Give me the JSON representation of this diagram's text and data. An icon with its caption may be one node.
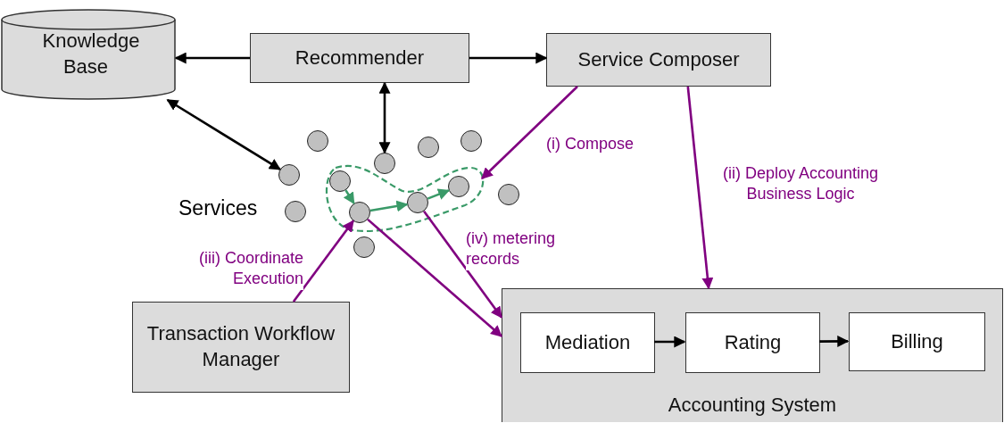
{
  "diagram": {
    "nodes": [
      {
        "text": [
          "Knowledge Base"
        ]
      },
      {
        "text": [
          "Recommender"
        ]
      },
      {
        "text": [
          "Service Composer"
        ]
      },
      {
        "text": [],
        "shape": "cloud"
      },
      {
        "text": [],
        "shape": "circle"
      },
      {
        "text": [],
        "shape": "circle"
      },
      {
        "text": [],
        "shape": "circle"
      },
      {
        "text": [],
        "shape": "circle"
      },
      {
        "text": [],
        "shape": "circle"
      },
      {
        "text": [],
        "shape": "circle",
        "in": 3
      },
      {
        "text": [],
        "shape": "circle",
        "in": 3
      },
      {
        "text": [],
        "shape": "circle"
      },
      {
        "text": [],
        "shape": "circle",
        "in": 3
      },
      {
        "text": [],
        "shape": "circle"
      },
      {
        "text": [],
        "shape": "circle",
        "in": 3
      },
      {
        "text": [],
        "shape": "circle"
      },
      {
        "text": [
          "Transaction Workflow Manager"
        ]
      },
      {
        "text": [
          "Accounting System"
        ]
      },
      {
        "text": [
          "Mediation"
        ],
        "in": 17
      },
      {
        "text": [
          "Rating"
        ],
        "in": 17
      },
      {
        "text": [
          "Billing"
        ],
        "in": 17
      }
    ],
    "edges": [
      {
        "from": 1,
        "to": 0,
        "arrow": "to"
      },
      {
        "from": 1,
        "to": 2,
        "arrow": "to"
      },
      {
        "from": 0,
        "to": 8,
        "arrow": "both"
      },
      {
        "from": 1,
        "to": 7,
        "arrow": "both"
      },
      {
        "from": 2,
        "to": 3,
        "arrow": "to",
        "label": "(i) Compose",
        "color": "#800080"
      },
      {
        "from": 2,
        "to": 17,
        "arrow": "to",
        "label": "(ii) Deploy Accounting Business Logic",
        "color": "#800080"
      },
      {
        "from": 16,
        "to": 14,
        "arrow": "to",
        "label": "(iii) Coordinate Execution",
        "color": "#800080"
      },
      {
        "from": 14,
        "to": 17,
        "arrow": "to",
        "color": "#800080"
      },
      {
        "from": 12,
        "to": 17,
        "arrow": "to",
        "label": "(iv) metering records",
        "color": "#800080"
      },
      {
        "from": 9,
        "to": 14,
        "arrow": "to",
        "color": "#3a9a68"
      },
      {
        "from": 14,
        "to": 12,
        "arrow": "to",
        "color": "#3a9a68"
      },
      {
        "from": 12,
        "to": 10,
        "arrow": "to",
        "color": "#3a9a68"
      },
      {
        "from": 18,
        "to": 19,
        "arrow": "to"
      },
      {
        "from": 19,
        "to": 20,
        "arrow": "to"
      }
    ],
    "labels": [
      "Services"
    ]
  }
}
